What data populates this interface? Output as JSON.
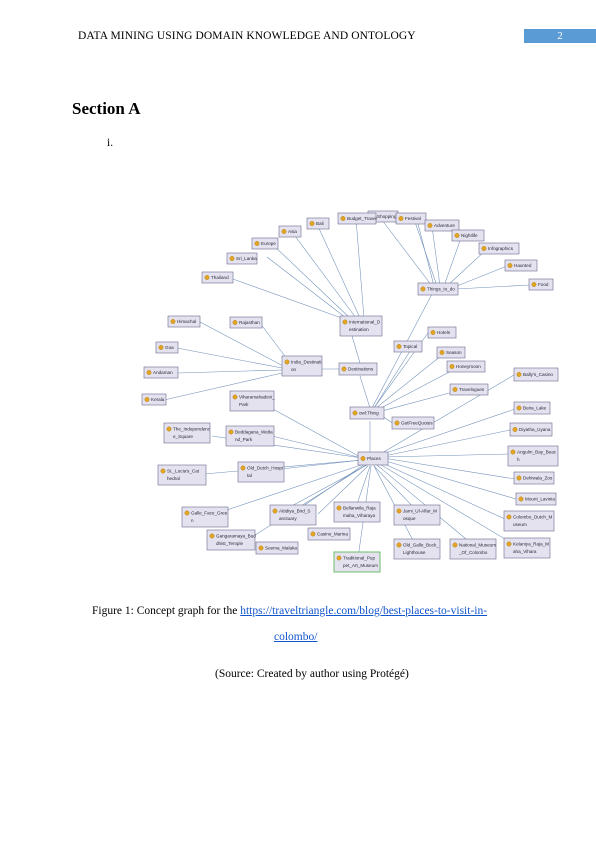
{
  "header": {
    "running_title": "DATA MINING USING DOMAIN KNOWLEDGE AND ONTOLOGY",
    "page_number": "2"
  },
  "section": {
    "title": "Section A",
    "item": "i."
  },
  "figure": {
    "caption_prefix": "Figure 1: Concept graph for the ",
    "link_part1": "https://traveltriangle.com/blog/best-places-to-visit-in-",
    "link_part2": "colombo/",
    "source": "(Source: Created by author using Protégé)",
    "nodes": {
      "shopping": "Shopping",
      "budget_travel": "Budget_Travel",
      "bali": "Bali",
      "asia": "Asia",
      "europe": "Europe",
      "sri_lanka": "Sri_Lanka",
      "thailand": "Thailand",
      "festival": "Festival",
      "adventure": "Adventure",
      "nightlife": "Nightlife",
      "infographics": "Infographics",
      "haunted": "Haunted",
      "food": "Food",
      "things_to_do": "Things_to_do",
      "himachal": "Himachal",
      "rajasthan": "Rajasthan",
      "goa": "Goa",
      "andaman": "Andaman",
      "kerala": "Kerala",
      "india_dest_1": "India_Destinati",
      "india_dest_2": "on",
      "intl_dest_1": "International_D",
      "intl_dest_2": "estination",
      "hotels": "Hotels",
      "topical": "Topical",
      "season": "Season",
      "honeymoon": "Honeymoon",
      "travelogues": "Travelogues",
      "destinations": "Destinations",
      "ballys_casino": "Bally's_Casino",
      "viharamahadevi_1": "Viharamahadevi_",
      "viharamahadevi_2": "Park",
      "owl_thing": "owl:Thing",
      "getfreequotes": "GetFreeQuotes",
      "beira_lake": "Beira_Lake",
      "dutch_1": "The_Independenc",
      "dutch_2": "e_Square",
      "beddagana_1": "Beddagana_Wetla",
      "beddagana_2": "nd_Park",
      "diyatha": "Diyatha_Uyana",
      "places": "Places",
      "mount_lav_1": "Angulm_Bay_Beac",
      "mount_lav_2": "h",
      "st_lucias_1": "St._Lucia's_Cat",
      "st_lucias_2": "hedral",
      "old_dutch_1": "Old_Dutch_Hospi",
      "old_dutch_2": "tal",
      "dehiwala": "Dehiwala_Zoo",
      "mount_lavinia": "Mount_Lavinia",
      "galle_face_1": "Galle_Face_Gree",
      "galle_face_2": "n",
      "attidiya_1": "Attidiya_Bird_S",
      "attidiya_2": "anctuary",
      "bellanwila_1": "Bellanwila_Raja",
      "bellanwila_2": "maha_Viharaya",
      "jami_1": "Jami_Ul-Alfar_M",
      "jami_2": "osque",
      "colombo_dutch_1": "Colombo_Dutch_M",
      "colombo_dutch_2": "useum",
      "gangaramaya_1": "Gangaramaya_Bud",
      "gangaramaya_2": "dhist_Temple",
      "seema_malaka": "Seema_Malaka",
      "casino_marina": "Casino_Marina",
      "old_galle_1": "Old_Galle_Buck_",
      "old_galle_2": "Lighthouse",
      "national_museum_1": "National_Museum",
      "national_museum_2": "_Of_Colombo",
      "kelaniya_1": "Kelaniya_Raja_M",
      "kelaniya_2": "aha_Vihara",
      "traditional_1": "Traditional_Pup",
      "traditional_2": "pet_Art_Museum"
    }
  }
}
